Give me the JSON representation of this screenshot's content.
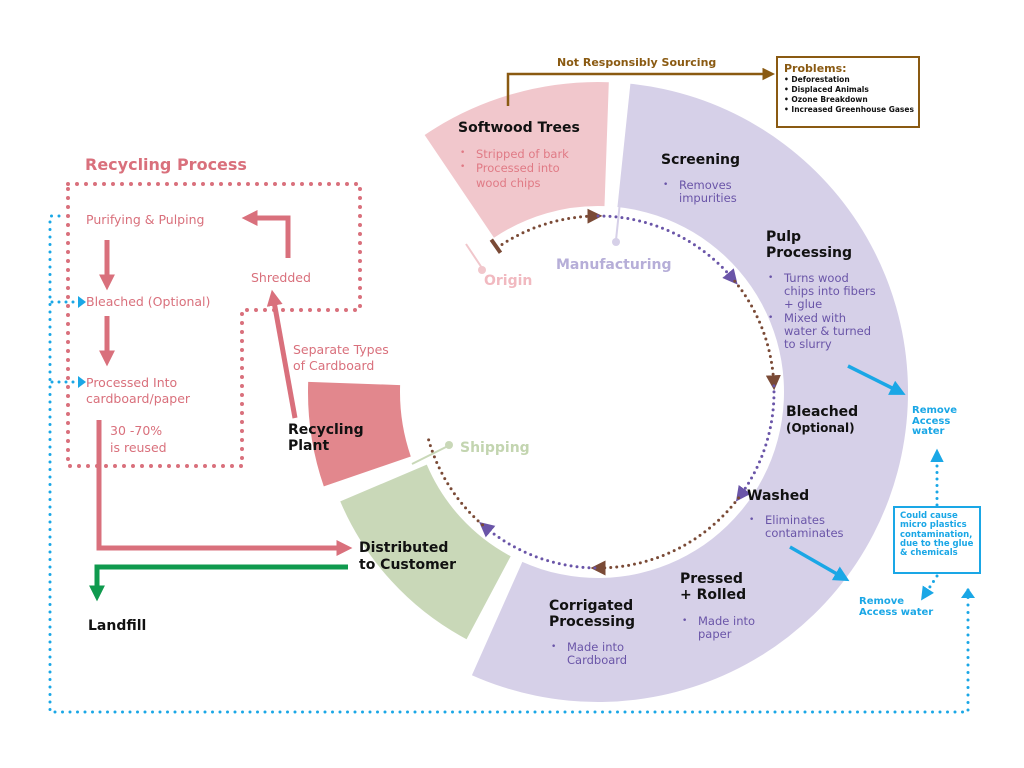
{
  "colors": {
    "origin": "#f1c7cc",
    "manufacturing": "#d6d0e8",
    "shipping": "#c9d8b8",
    "recycling_plant": "#e2878d",
    "recycle_text": "#d9707c",
    "purple_text": "#6a55a8",
    "brown_arrow": "#7a4a36",
    "cyan": "#1aa7e6",
    "gold": "#8a5a12",
    "green": "#0f9a4e"
  },
  "sourcing": {
    "label": "Not Responsibly Sourcing",
    "problems_title": "Problems:",
    "problems": [
      "Deforestation",
      "Displaced Animals",
      "Ozone Breakdown",
      "Increased Greenhouse Gases"
    ]
  },
  "stages": {
    "origin": "Origin",
    "manufacturing": "Manufacturing",
    "shipping": "Shipping"
  },
  "steps": {
    "softwood": {
      "title": "Softwood Trees",
      "bullets": [
        "Stripped of bark",
        "Processed into wood chips"
      ]
    },
    "screening": {
      "title": "Screening",
      "bullets": [
        "Removes impurities"
      ]
    },
    "pulp": {
      "title_1": "Pulp",
      "title_2": "Processing",
      "bullets": [
        "Turns wood chips into fibers + glue",
        "Mixed with water & turned to slurry"
      ]
    },
    "bleached": {
      "title": "Bleached",
      "subtitle": "(Optional)"
    },
    "washed": {
      "title": "Washed",
      "bullets": [
        "Eliminates contaminates"
      ]
    },
    "pressed": {
      "title_1": "Pressed",
      "title_2": "+ Rolled",
      "bullets": [
        "Made into paper"
      ]
    },
    "corrigated": {
      "title_1": "Corrigated",
      "title_2": "Processing",
      "bullets": [
        "Made into Cardboard"
      ]
    },
    "distributed": {
      "title_1": "Distributed",
      "title_2": "to Customer"
    },
    "recycling_plant": {
      "title_1": "Recycling",
      "title_2": "Plant"
    }
  },
  "water": {
    "remove_1": [
      "Remove",
      "Access",
      "water"
    ],
    "remove_2": [
      "Remove",
      "Access water"
    ],
    "warning": "Could cause micro plastics contamination, due to the glue & chemicals"
  },
  "recycling": {
    "title": "Recycling Process",
    "purifying": "Purifying & Pulping",
    "bleached": "Bleached (Optional)",
    "processed_1": "Processed Into",
    "processed_2": "cardboard/paper",
    "reused_1": "30 -70%",
    "reused_2": "is reused",
    "shredded": "Shredded",
    "separate_1": "Separate Types",
    "separate_2": "of Cardboard"
  },
  "landfill": "Landfill"
}
